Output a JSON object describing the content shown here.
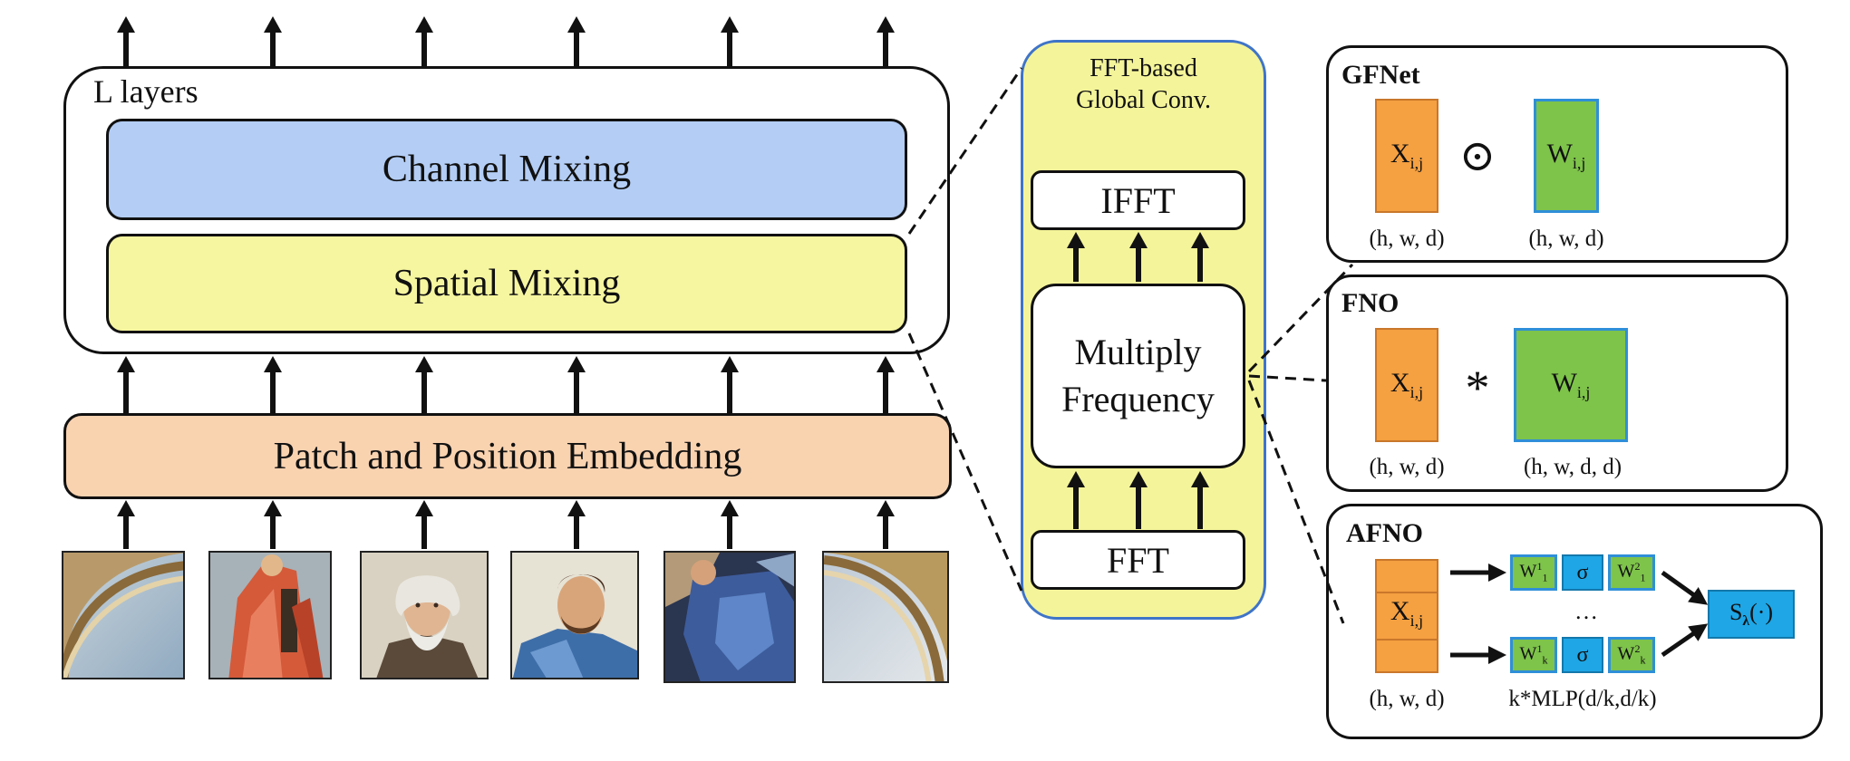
{
  "left": {
    "layers_label": "L layers",
    "channel_mixing": "Channel Mixing",
    "spatial_mixing": "Spatial Mixing",
    "embedding": "Patch and Position Embedding",
    "patch_images": [
      "fresco-arch-sky-left",
      "figure-red-robe-book",
      "bearded-philosopher-plato",
      "bearded-man-blue-robe",
      "blue-drapery-figure",
      "fresco-arch-sky-right"
    ]
  },
  "middle": {
    "title_line1": "FFT-based",
    "title_line2": "Global Conv.",
    "ifft": "IFFT",
    "multiply_line1": "Multiply",
    "multiply_line2": "Frequency",
    "fft": "FFT"
  },
  "gfnet": {
    "title": "GFNet",
    "x_base": "X",
    "x_sub": "i,j",
    "operator": "⊙",
    "w_base": "W",
    "w_sub": "i,j",
    "x_dims": "(h, w, d)",
    "w_dims": "(h, w, d)"
  },
  "fno": {
    "title": "FNO",
    "x_base": "X",
    "x_sub": "i,j",
    "operator": "*",
    "w_base": "W",
    "w_sub": "i,j",
    "x_dims": "(h, w, d)",
    "w_dims": "(h, w, d, d)"
  },
  "afno": {
    "title": "AFNO",
    "x_base": "X",
    "x_sub": "i,j",
    "row1": {
      "w1_base": "W",
      "w1_sup": "1",
      "w1_sub": "1",
      "sigma": "σ",
      "w2_base": "W",
      "w2_sup": "2",
      "w2_sub": "1"
    },
    "row2": {
      "w1_base": "W",
      "w1_sup": "1",
      "w1_sub": "k",
      "sigma": "σ",
      "w2_base": "W",
      "w2_sup": "2",
      "w2_sub": "k"
    },
    "ellipsis": "…",
    "s_base": "S",
    "s_sub": "λ",
    "s_arg": "(·)",
    "x_dims": "(h, w, d)",
    "mlp_label": "k*MLP(d/k,d/k)"
  },
  "colors": {
    "channel_blue": "#b3cdf5",
    "spatial_yellow": "#f6f6a0",
    "embed_peach": "#f9d2b0",
    "mid_panel_yellow": "#f4f49a",
    "mid_panel_border": "#3f74c8",
    "orange_tensor": "#f5a041",
    "green_weight": "#7ec34a",
    "cyan_box": "#1ea6e6"
  }
}
